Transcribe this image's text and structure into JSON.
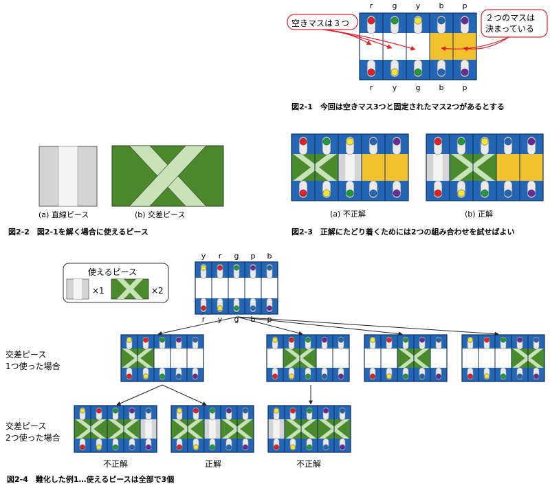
{
  "fig21": {
    "top_labels": [
      "r",
      "g",
      "y",
      "b",
      "p"
    ],
    "bottom_labels": [
      "r",
      "y",
      "g",
      "b",
      "p"
    ],
    "callout_left": "空きマスは３つ",
    "callout_right_1": "２つのマスは",
    "callout_right_2": "決まっている",
    "caption": "図2-1　今回は空きマス3つと固定されたマス2つがあるとする"
  },
  "fig22": {
    "label_a": "(a) 直線ピース",
    "label_b": "(b) 交差ピース",
    "caption": "図2-2　図2-1を解く場合に使えるピース"
  },
  "fig23": {
    "label_a": "(a) 不正解",
    "label_b": "(b) 正解",
    "caption": "図2-3　正解にたどり着くためには2つの組み合わせを試せばよい"
  },
  "fig24": {
    "legend_title": "使えるピース",
    "legend_straight_count": "×1",
    "legend_cross_count": "×2",
    "top_labels": [
      "y",
      "r",
      "g",
      "p",
      "b"
    ],
    "bottom_labels": [
      "r",
      "y",
      "g",
      "b",
      "p"
    ],
    "row1_label_1": "交差ピース",
    "row1_label_2": "1つ使った場合",
    "row2_label_1": "交差ピース",
    "row2_label_2": "2つ使った場合",
    "result_1": "不正解",
    "result_2": "正解",
    "result_3": "不正解",
    "caption": "図2-4　難化した例1…使えるピースは全部で3個"
  },
  "colors": {
    "blue": "#2266b5",
    "green": "#4b8a2c",
    "light_green": "#c8e3b8",
    "yellow": "#f2c12e",
    "red": "#e0202a",
    "dot_green": "#1f9a3a",
    "dot_yellow": "#f5e63a",
    "purple": "#6a2a9a",
    "callout_red": "#e0202a"
  }
}
